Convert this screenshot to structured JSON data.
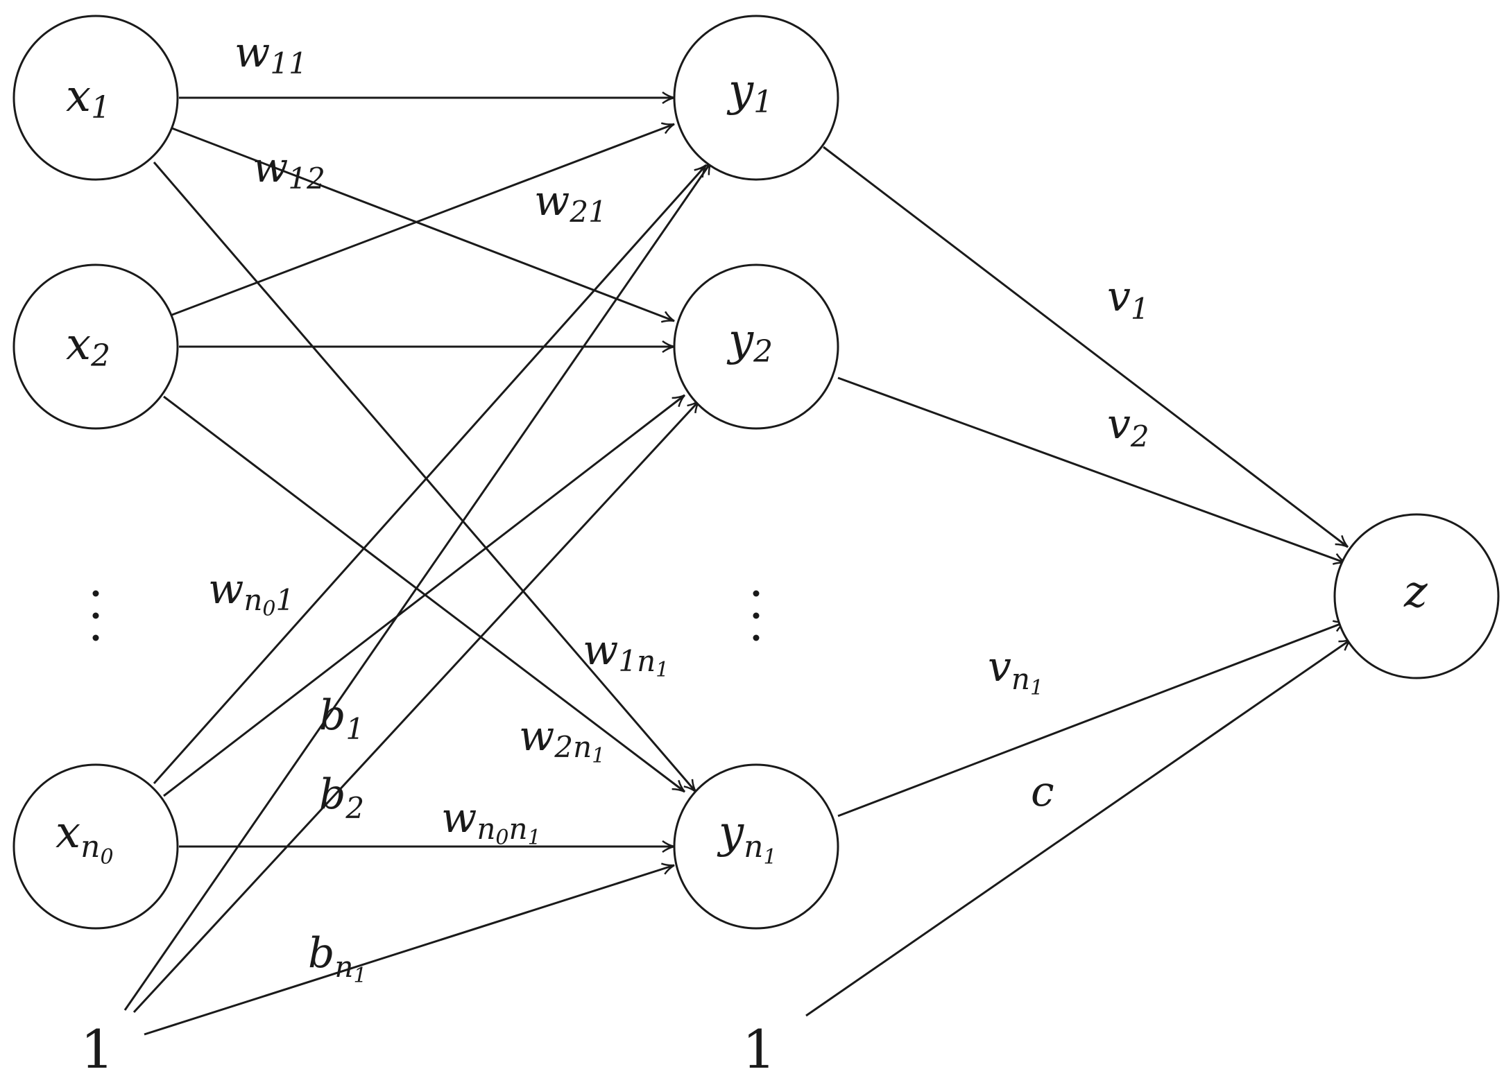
{
  "nodes": {
    "x1": {
      "main": "x",
      "sub": "1"
    },
    "x2": {
      "main": "x",
      "sub": "2"
    },
    "xn0": {
      "main": "x",
      "sub": "n",
      "subsub": "0"
    },
    "y1": {
      "main": "y",
      "sub": "1"
    },
    "y2": {
      "main": "y",
      "sub": "2"
    },
    "yn1": {
      "main": "y",
      "sub": "n",
      "subsub": "1"
    },
    "z": {
      "main": "z"
    }
  },
  "bias_inputs": {
    "input_layer": "1",
    "hidden_layer": "1"
  },
  "edge_labels": {
    "w11": {
      "main": "w",
      "sub": "11"
    },
    "w12": {
      "main": "w",
      "sub": "12"
    },
    "w21": {
      "main": "w",
      "sub": "21"
    },
    "wn01": {
      "main": "w",
      "sub": "n",
      "subsub": "0",
      "sub2": "1"
    },
    "w1n1": {
      "main": "w",
      "sub": "1n",
      "subsub": "1"
    },
    "w2n1": {
      "main": "w",
      "sub": "2n",
      "subsub": "1"
    },
    "wn0n1": {
      "main": "w",
      "sub": "n",
      "subsub": "0",
      "sub2": "n",
      "subsub2": "1"
    },
    "b1": {
      "main": "b",
      "sub": "1"
    },
    "b2": {
      "main": "b",
      "sub": "2"
    },
    "bn1": {
      "main": "b",
      "sub": "n",
      "subsub": "1"
    },
    "v1": {
      "main": "v",
      "sub": "1"
    },
    "v2": {
      "main": "v",
      "sub": "2"
    },
    "vn1": {
      "main": "v",
      "sub": "n",
      "subsub": "1"
    },
    "c": {
      "main": "c"
    }
  }
}
